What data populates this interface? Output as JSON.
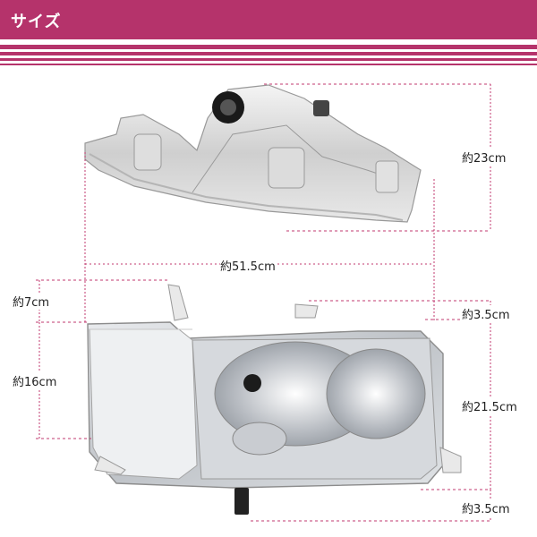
{
  "header": {
    "title": "サイズ",
    "color": "#b5336b"
  },
  "dimensions": {
    "height_total": "約23cm",
    "width": "約51.5cm",
    "top_offset": "約7cm",
    "side_height": "約16cm",
    "right_top": "約3.5cm",
    "right_height": "約21.5cm",
    "right_bottom": "約3.5cm"
  },
  "colors": {
    "accent": "#b5336b",
    "dimension_line": "#c0396f"
  }
}
